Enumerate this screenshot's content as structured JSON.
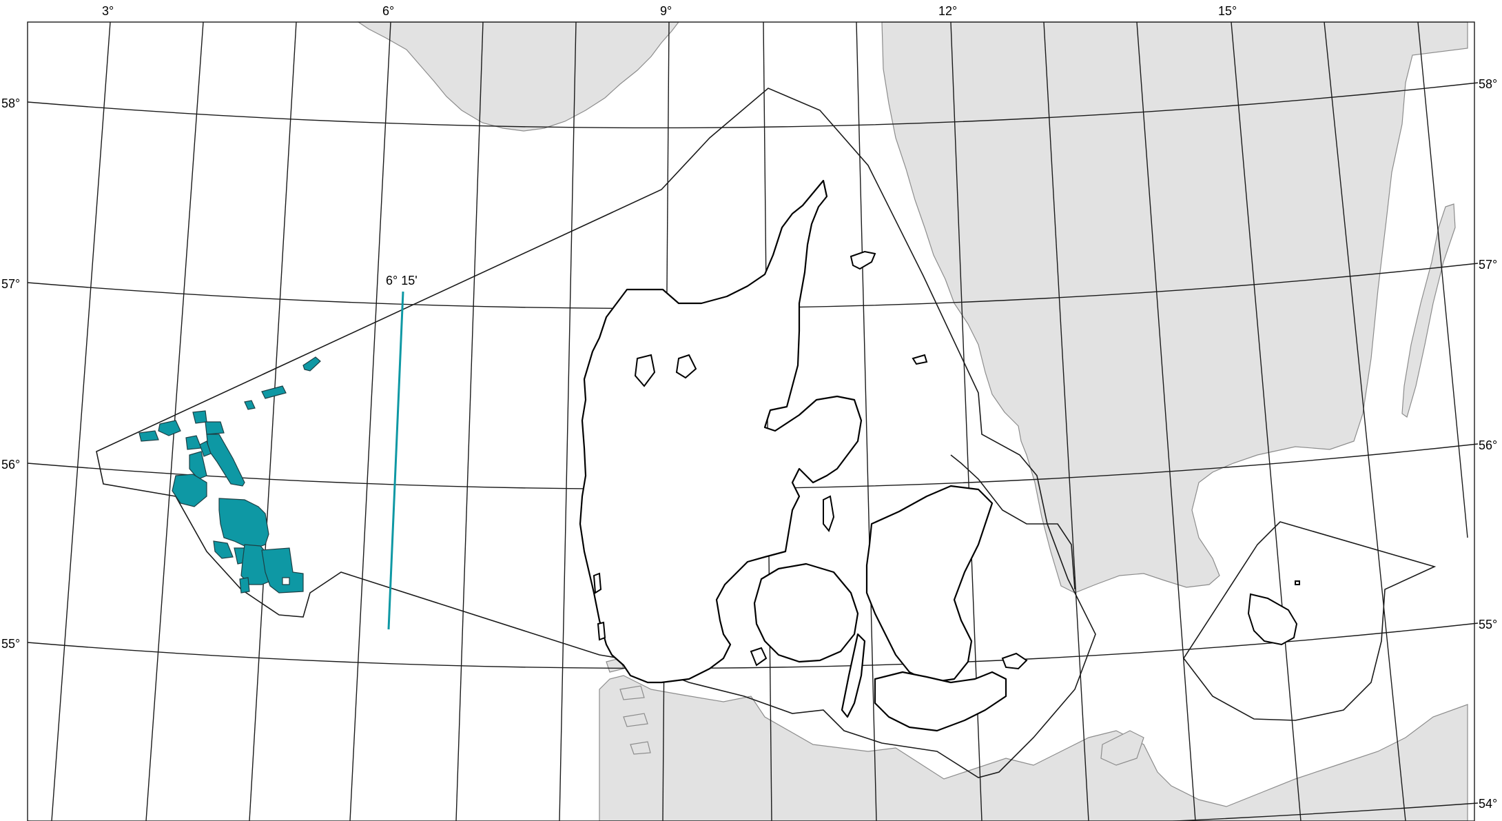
{
  "map": {
    "colors": {
      "land": "#e2e2e2",
      "sea": "#ffffff",
      "fields": "#0e98a4",
      "grid": "#1a1a1a"
    },
    "longitude_labels": [
      "3°",
      "6°",
      "9°",
      "12°",
      "15°"
    ],
    "latitude_labels_left": [
      "58°",
      "57°",
      "56°",
      "55°"
    ],
    "latitude_labels_right": [
      "58°",
      "57°",
      "56°",
      "55°",
      "54°"
    ],
    "meridian_annotation": "6° 15'",
    "features": {
      "meridian_line": "6° 15' meridian line",
      "fields": "offshore licence areas",
      "boundary": "continental shelf boundary"
    }
  }
}
